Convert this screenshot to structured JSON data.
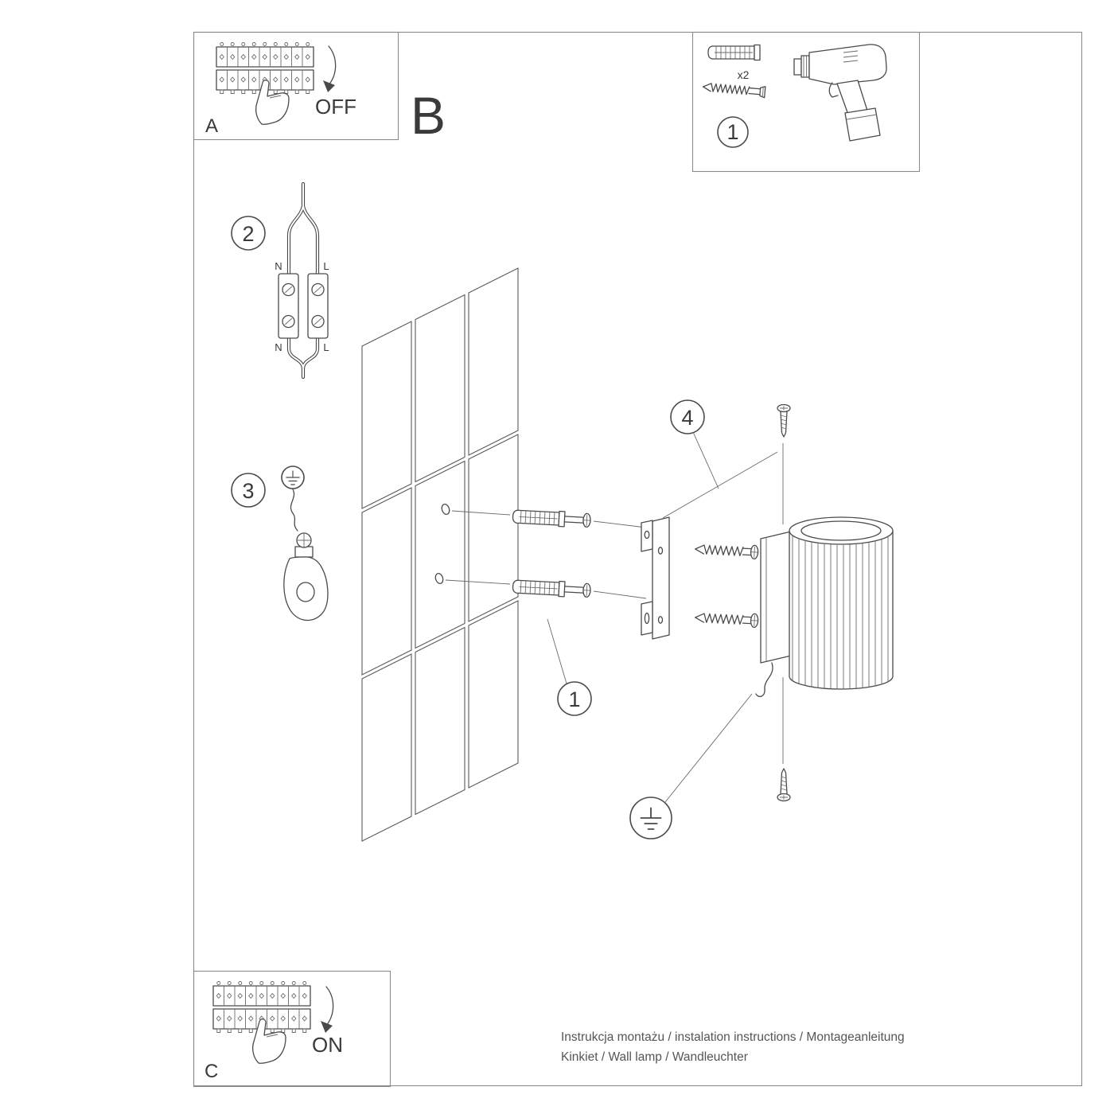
{
  "panel_a": {
    "label": "A",
    "state": "OFF"
  },
  "section_b": {
    "label": "B"
  },
  "panel_c": {
    "label": "C",
    "state": "ON"
  },
  "tools": {
    "step": "1",
    "quantity": "x2"
  },
  "callouts": {
    "wiring": "2",
    "ground": "3",
    "assembly": "4",
    "anchors": "1"
  },
  "terminals": {
    "n_top": "N",
    "l_top": "L",
    "n_bottom": "N",
    "l_bottom": "L"
  },
  "footer": {
    "line1": "Instrukcja montażu / instalation instructions / Montageanleitung",
    "line2": "Kinkiet / Wall lamp / Wandleuchter"
  }
}
